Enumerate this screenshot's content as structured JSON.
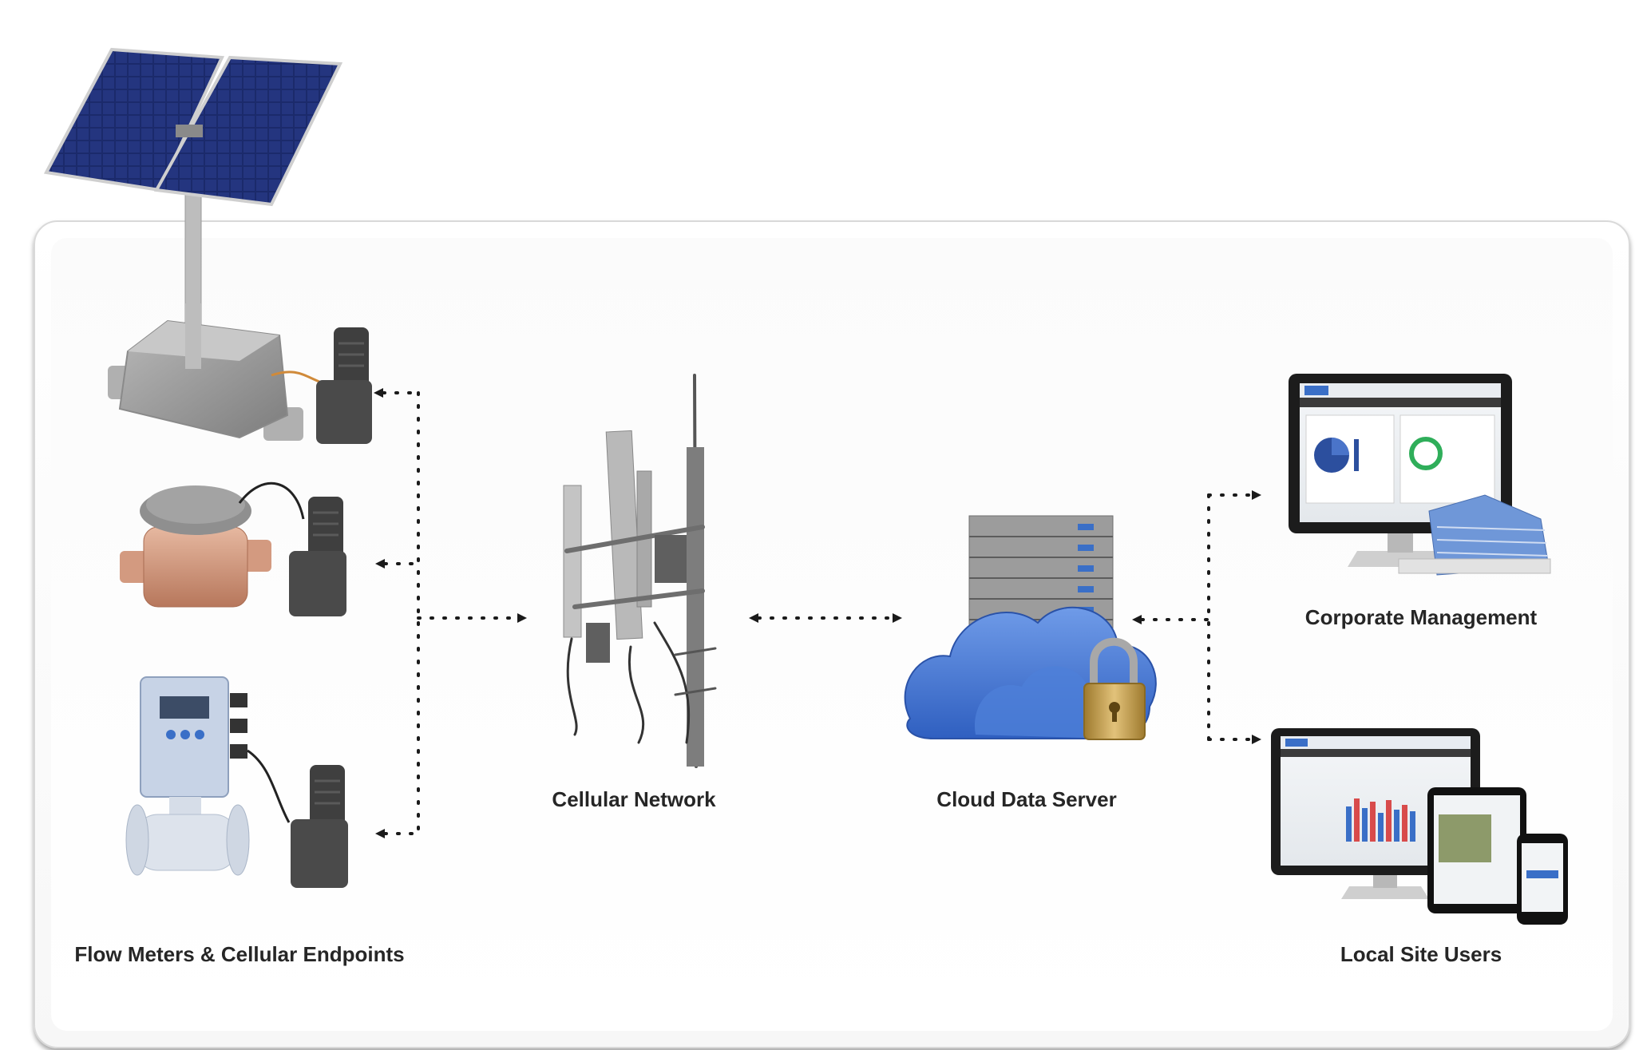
{
  "nodes": {
    "endpoints": {
      "label": "Flow Meters & Cellular Endpoints"
    },
    "network": {
      "label": "Cellular Network"
    },
    "server": {
      "label": "Cloud Data Server"
    },
    "corporate": {
      "label": "Corporate Management"
    },
    "local": {
      "label": "Local Site Users"
    }
  },
  "colors": {
    "label_text": "#262626",
    "connector": "#1a1a1a",
    "cloud": "#3d6fd0",
    "solar_cell": "#1b2a6b",
    "device_gray": "#8c8c8c",
    "brass": "#c9a14a",
    "chart_bar_blue": "#3a6fc7",
    "chart_bar_red": "#d84b4b"
  }
}
